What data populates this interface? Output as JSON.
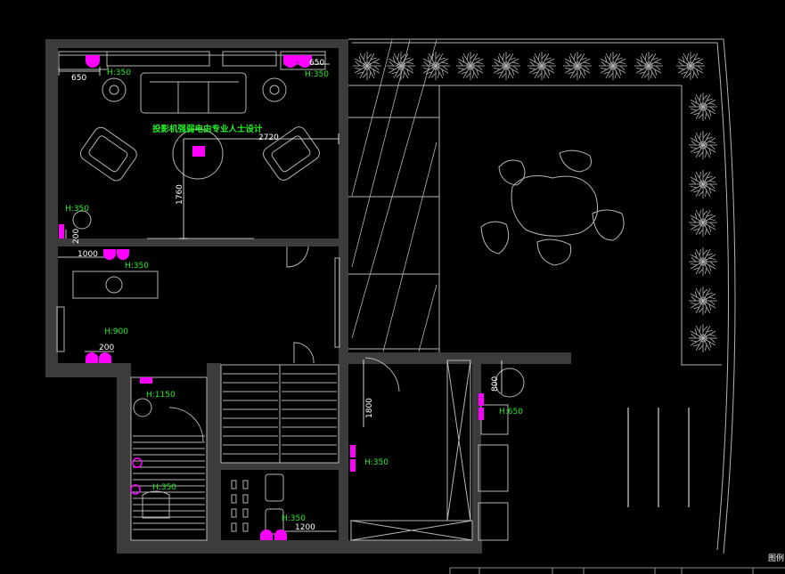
{
  "drawing": {
    "title": "投影机强弱电由专业人士设计",
    "legend_label": "图例"
  },
  "dimensions": {
    "d650_left": "650",
    "d650_right": "650",
    "d2720": "2720",
    "d1760": "1760",
    "d200_left": "200",
    "d1000": "1000",
    "d200_bottom": "200",
    "d800": "800",
    "d1800": "1800",
    "d1200": "1200"
  },
  "heights": {
    "h350_top_left": "H:350",
    "h350_top_right": "H:350",
    "h350_left": "H:350",
    "h350_mid": "H:350",
    "h900": "H:900",
    "h1150": "H:1150",
    "h350_bath": "H:350",
    "h350_stair": "H:350",
    "h350_corridor": "H:350",
    "h650": "H:650"
  },
  "colors": {
    "wall": "#3c3c3c",
    "line": "#b4b4b4",
    "outlet": "#ff00ff",
    "label": "#22ee22",
    "dimension": "#ffffff"
  }
}
